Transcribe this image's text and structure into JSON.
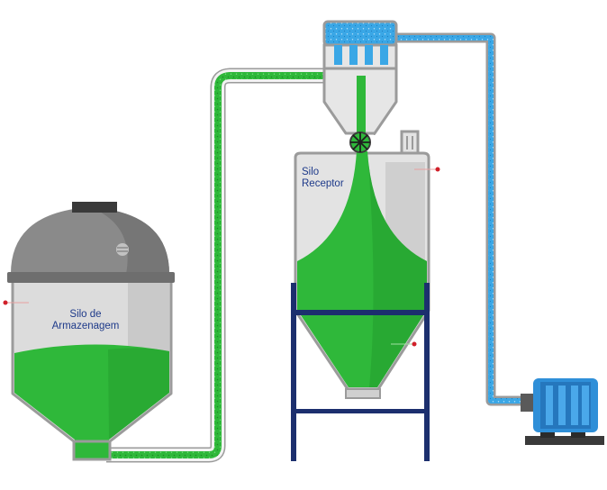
{
  "labels": {
    "storage_silo_line1": "Silo de",
    "storage_silo_line2": "Armazenagem",
    "receiver_silo_line1": "Silo",
    "receiver_silo_line2": "Receptor"
  },
  "colors": {
    "material_green": "#2fb83a",
    "material_green_dark": "#1e9a28",
    "air_blue": "#3aa7e6",
    "silo_gray": "#d9d9d9",
    "silo_outline": "#9b9b9b",
    "dome_gray": "#8a8a8a",
    "frame_navy": "#1c2f6e",
    "motor_blue": "#2f8fd8",
    "marker_red": "#d0202a"
  },
  "icons": {
    "rotary_valve": "rotary-valve-icon",
    "motor": "blower-motor-icon"
  }
}
